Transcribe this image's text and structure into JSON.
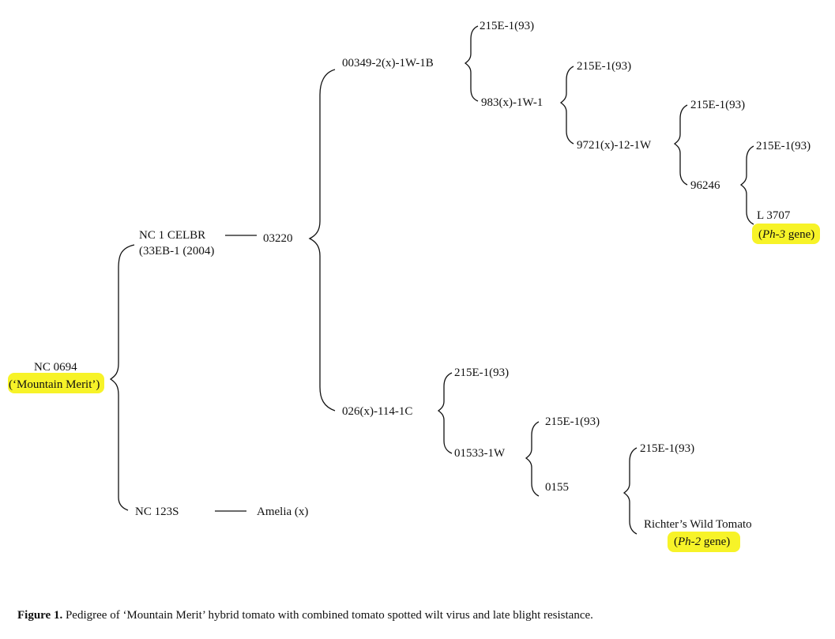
{
  "nodes": {
    "root_id": "NC 0694",
    "root_name": "(‘Mountain Merit’)",
    "nc1_id": "NC 1 CELBR",
    "nc1_sub": "(33EB-1 (2004)",
    "n03220": "03220",
    "n00349": "00349-2(x)-1W-1B",
    "n215_a": "215E-1(93)",
    "n983": "983(x)-1W-1",
    "n215_b": "215E-1(93)",
    "n9721": "9721(x)-12-1W",
    "n215_c": "215E-1(93)",
    "n96246": "96246",
    "n215_d": "215E-1(93)",
    "l3707": "L 3707",
    "ph3_pre": "(",
    "ph3_gene": "Ph-3",
    "ph3_post": " gene)",
    "n026": "026(x)-114-1C",
    "n215_e": "215E-1(93)",
    "n01533": "01533-1W",
    "n215_f": "215E-1(93)",
    "n0155": "0155",
    "n215_g": "215E-1(93)",
    "richter": "Richter’s Wild Tomato",
    "ph2_pre": "(",
    "ph2_gene": "Ph-2",
    "ph2_post": " gene)",
    "nc123": "NC 123S",
    "amelia": "Amelia (x)"
  },
  "caption": {
    "label": "Figure 1.",
    "text": " Pedigree of ‘Mountain Merit’ hybrid tomato with combined tomato spotted wilt virus and late blight resistance."
  },
  "colors": {
    "highlight": "#f7f328",
    "line": "#111111"
  }
}
